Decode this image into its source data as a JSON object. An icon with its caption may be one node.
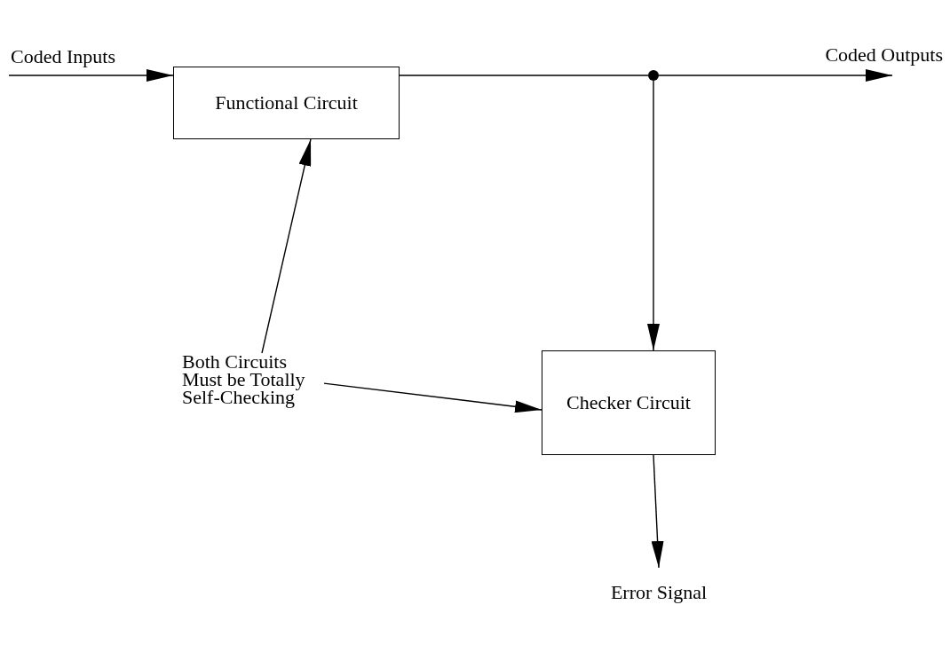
{
  "diagram": {
    "nodes": [
      {
        "text": [
          "Functional Circuit"
        ]
      },
      {
        "text": [
          "Checker Circuit"
        ]
      },
      {
        "text": [],
        "shape": "circle"
      },
      {
        "text": [
          "Both Circuits Must be Totally Self-Checking"
        ]
      }
    ],
    "edges": [
      {
        "from": null,
        "to": 0,
        "arrow": "to",
        "label": "Coded Inputs"
      },
      {
        "from": 0,
        "to": 2,
        "arrow": "none"
      },
      {
        "from": 2,
        "to": null,
        "arrow": "to",
        "label": "Coded Outputs"
      },
      {
        "from": 2,
        "to": 1,
        "arrow": "to"
      },
      {
        "from": 3,
        "to": 0,
        "arrow": "to"
      },
      {
        "from": 3,
        "to": 1,
        "arrow": "to"
      },
      {
        "from": 1,
        "to": null,
        "arrow": "to",
        "label": "Error Signal"
      }
    ]
  }
}
